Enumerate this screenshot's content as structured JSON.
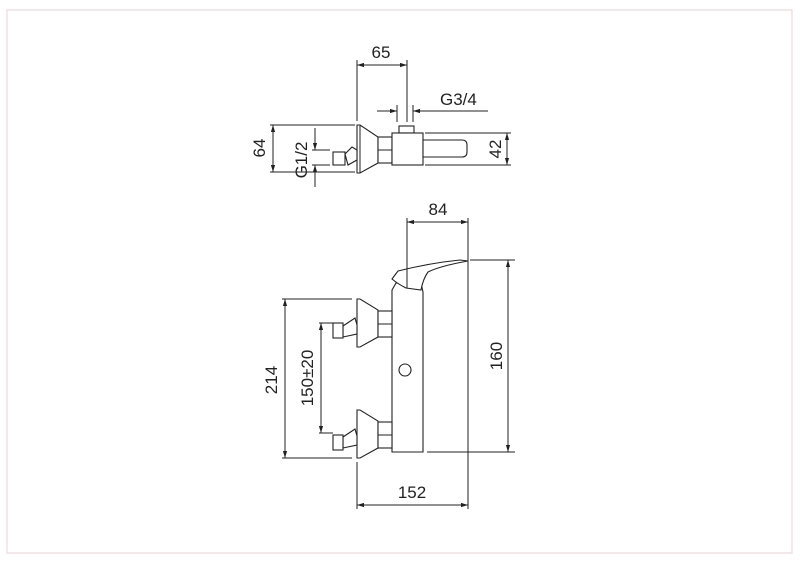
{
  "drawing": {
    "top_view": {
      "dim_depth": "65",
      "dim_outlet_thread": "G3/4",
      "dim_flange_height": "64",
      "dim_inlet_thread": "G1/2",
      "dim_body_height": "42"
    },
    "front_view": {
      "dim_body_to_spout": "84",
      "dim_total_height": "214",
      "dim_inlet_spacing": "150±20",
      "dim_body_height": "160",
      "dim_total_depth": "152"
    },
    "colors": {
      "line": "#222222",
      "frame": "#f0d8dc"
    }
  }
}
